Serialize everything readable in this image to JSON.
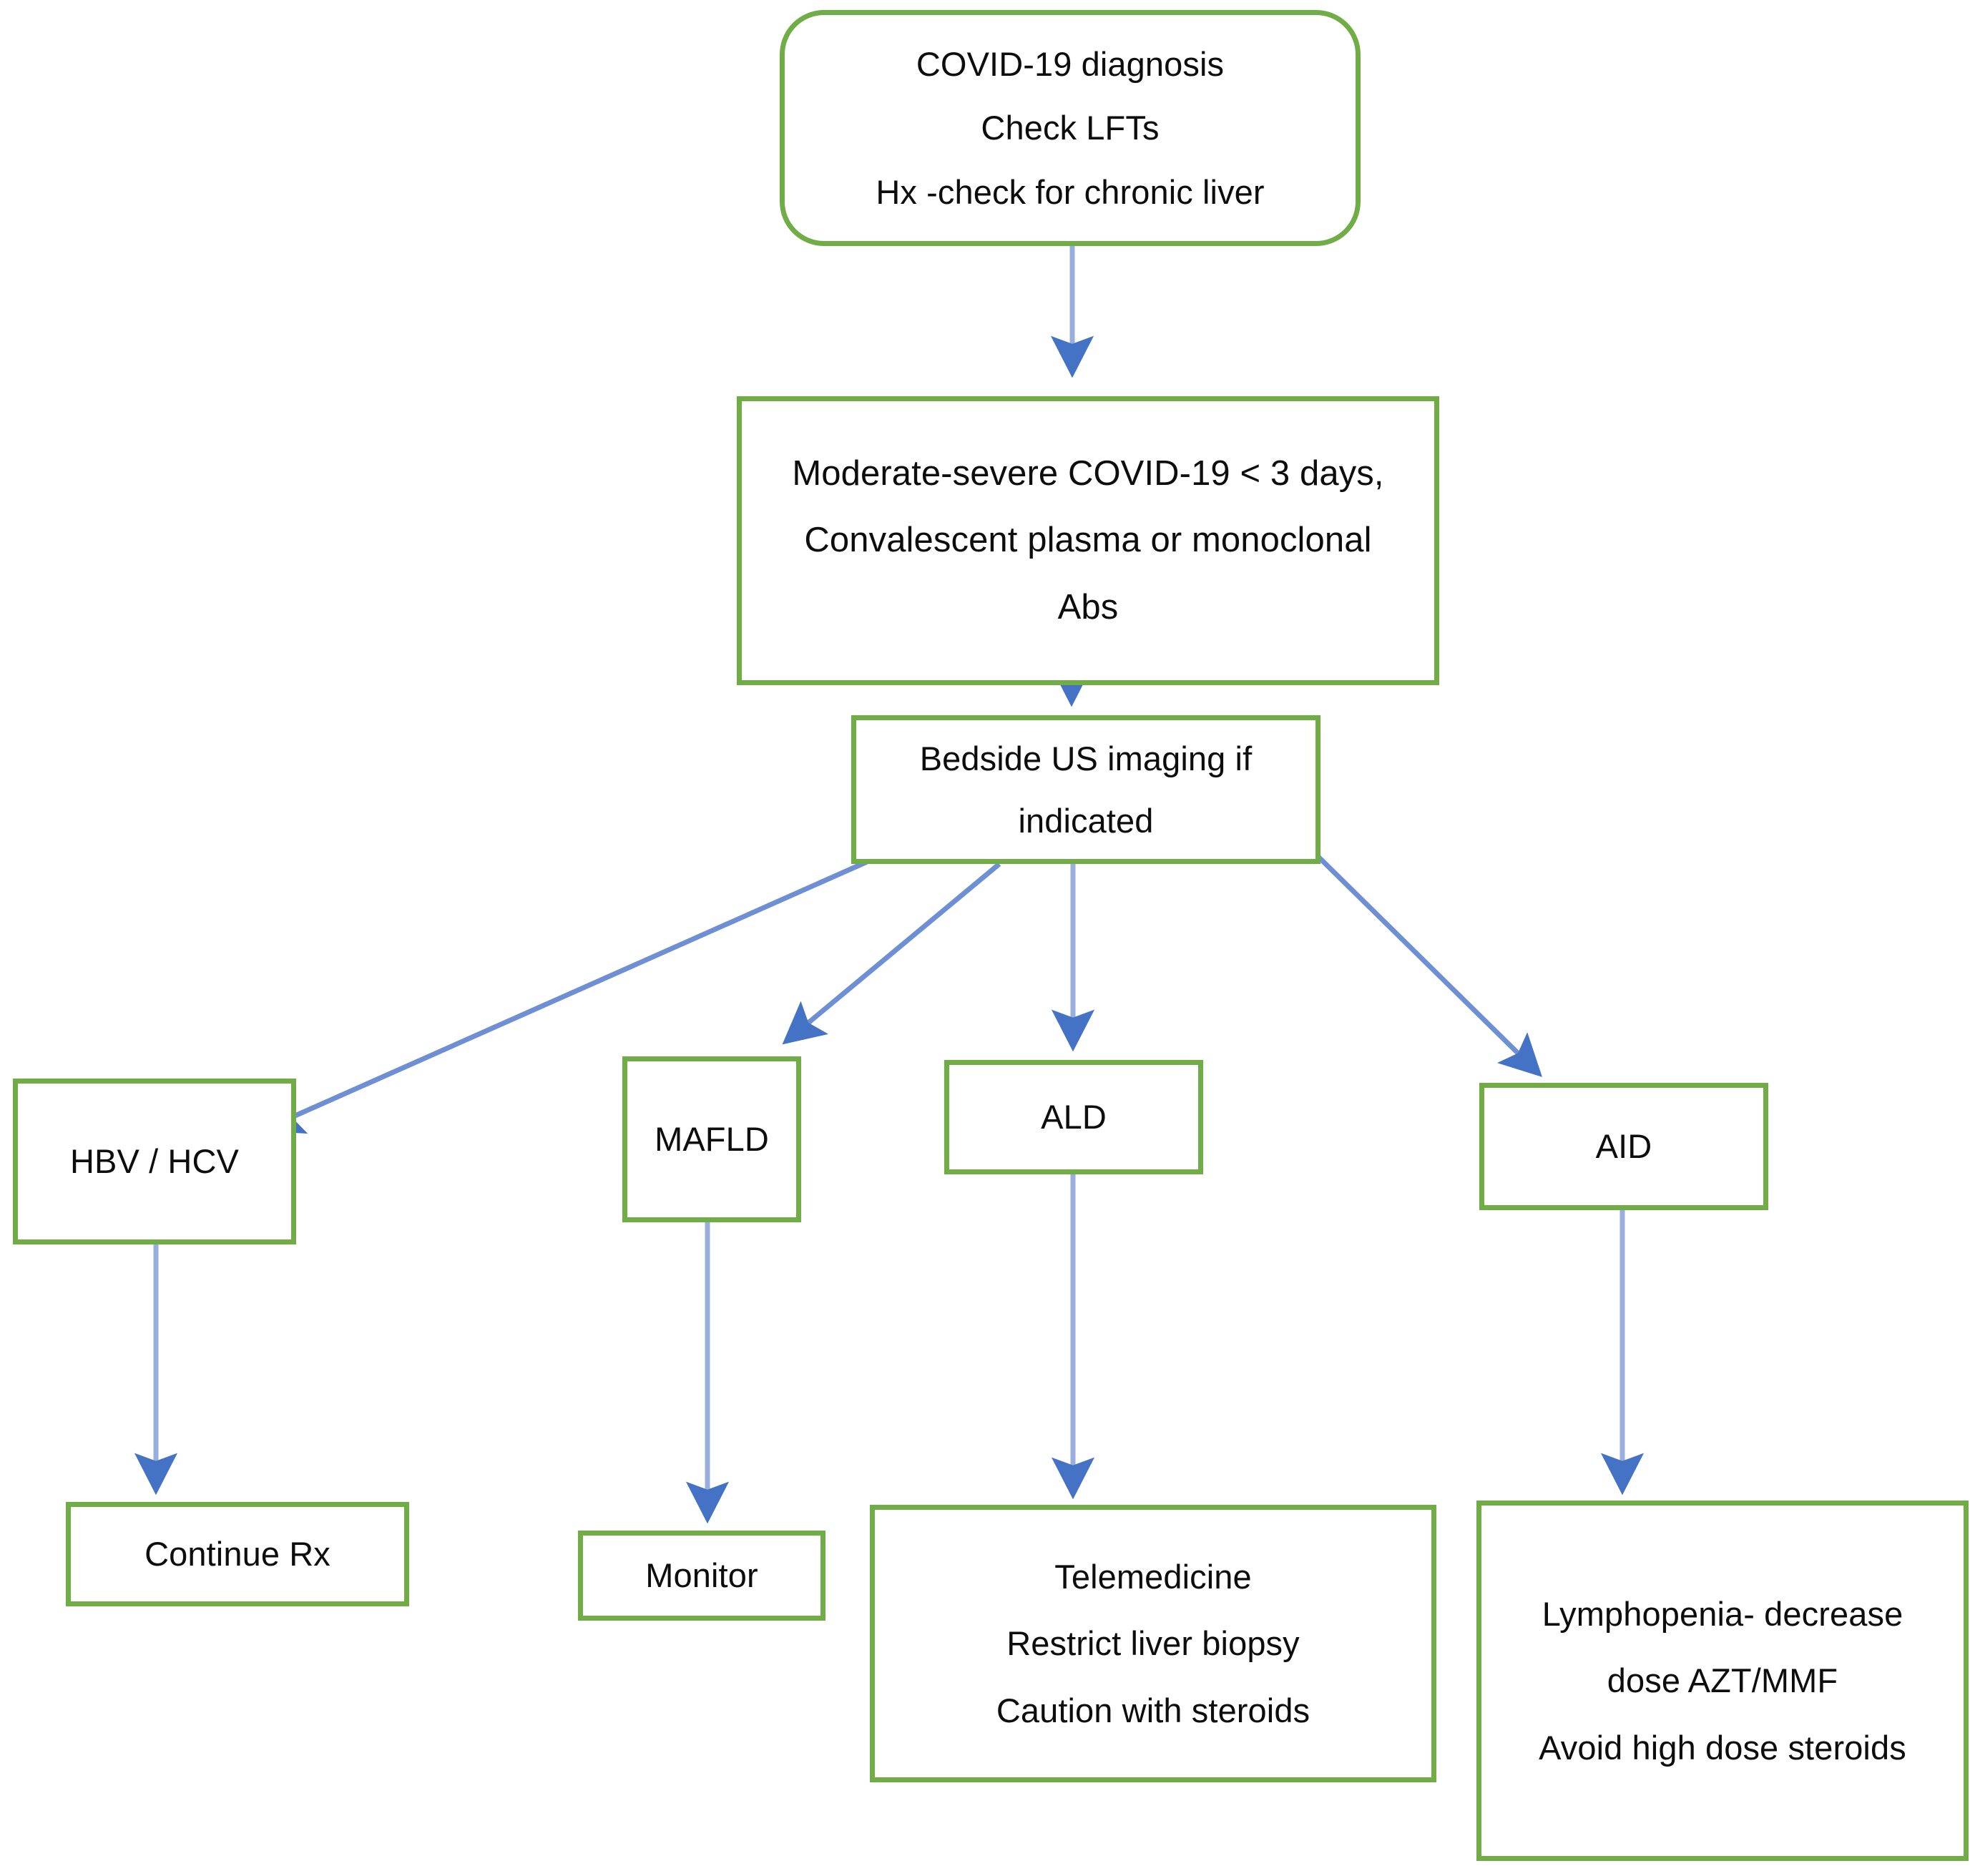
{
  "diagram": {
    "title": "COVID-19 liver disease management algorithm",
    "colors": {
      "node_border": "#70ad47",
      "node_fill": "#ffffff",
      "arrow_line": "#9aaede",
      "arrow_head": "#4472c4",
      "text": "#0d0d0d"
    },
    "nodes": [
      {
        "id": "covid-diagnosis",
        "shape": "rounded-rectangle",
        "lines": [
          "COVID-19 diagnosis",
          "Check LFTs",
          "Hx -check for chronic liver"
        ]
      },
      {
        "id": "moderate-severe",
        "shape": "rectangle",
        "lines": [
          "Moderate-severe COVID-19 < 3 days,",
          "Convalescent plasma or monoclonal",
          "Abs"
        ]
      },
      {
        "id": "bedside-us",
        "shape": "rectangle",
        "lines": [
          "Bedside US imaging if",
          "indicated"
        ]
      },
      {
        "id": "hbv-hcv",
        "shape": "rectangle",
        "lines": [
          "HBV / HCV"
        ]
      },
      {
        "id": "mafld",
        "shape": "rectangle",
        "lines": [
          "MAFLD"
        ]
      },
      {
        "id": "ald",
        "shape": "rectangle",
        "lines": [
          "ALD"
        ]
      },
      {
        "id": "aid",
        "shape": "rectangle",
        "lines": [
          "AID"
        ]
      },
      {
        "id": "continue-rx",
        "shape": "rectangle",
        "lines": [
          "Continue Rx"
        ]
      },
      {
        "id": "monitor",
        "shape": "rectangle",
        "lines": [
          "Monitor"
        ]
      },
      {
        "id": "telemedicine",
        "shape": "rectangle",
        "lines": [
          "Telemedicine",
          "Restrict liver biopsy",
          "Caution with steroids"
        ]
      },
      {
        "id": "aid-outcome",
        "shape": "rectangle",
        "lines": [
          "Lymphopenia- decrease",
          "dose AZT/MMF",
          "Avoid high dose steroids"
        ]
      }
    ],
    "edges": [
      {
        "id": "edge-covid-to-moderate",
        "from": "covid-diagnosis",
        "to": "moderate-severe"
      },
      {
        "id": "edge-moderate-to-bedside",
        "from": "moderate-severe",
        "to": "bedside-us"
      },
      {
        "id": "edge-bedside-to-hbv",
        "from": "bedside-us",
        "to": "hbv-hcv"
      },
      {
        "id": "edge-bedside-to-mafld",
        "from": "bedside-us",
        "to": "mafld"
      },
      {
        "id": "edge-bedside-to-ald",
        "from": "bedside-us",
        "to": "ald"
      },
      {
        "id": "edge-bedside-to-aid",
        "from": "bedside-us",
        "to": "aid"
      },
      {
        "id": "edge-hbv-to-continue-rx",
        "from": "hbv-hcv",
        "to": "continue-rx"
      },
      {
        "id": "edge-mafld-to-monitor",
        "from": "mafld",
        "to": "monitor"
      },
      {
        "id": "edge-ald-to-telemedicine",
        "from": "ald",
        "to": "telemedicine"
      },
      {
        "id": "edge-aid-to-aid-outcome",
        "from": "aid",
        "to": "aid-outcome"
      }
    ]
  },
  "text": {
    "covid_diagnosis": {
      "l1": "COVID-19 diagnosis",
      "l2": "Check LFTs",
      "l3": "Hx -check for chronic liver"
    },
    "moderate_severe": {
      "l1": "Moderate-severe COVID-19 < 3 days,",
      "l2": "Convalescent plasma or monoclonal",
      "l3": "Abs"
    },
    "bedside_us": {
      "l1": "Bedside US imaging if",
      "l2": "indicated"
    },
    "hbv_hcv": {
      "l1": "HBV / HCV"
    },
    "mafld": {
      "l1": "MAFLD"
    },
    "ald": {
      "l1": "ALD"
    },
    "aid": {
      "l1": "AID"
    },
    "continue_rx": {
      "l1": "Continue Rx"
    },
    "monitor": {
      "l1": "Monitor"
    },
    "telemedicine": {
      "l1": "Telemedicine",
      "l2": "Restrict liver biopsy",
      "l3": "Caution with steroids"
    },
    "aid_outcome": {
      "l1": "Lymphopenia- decrease",
      "l2": "dose AZT/MMF",
      "l3": "Avoid high dose steroids"
    }
  }
}
